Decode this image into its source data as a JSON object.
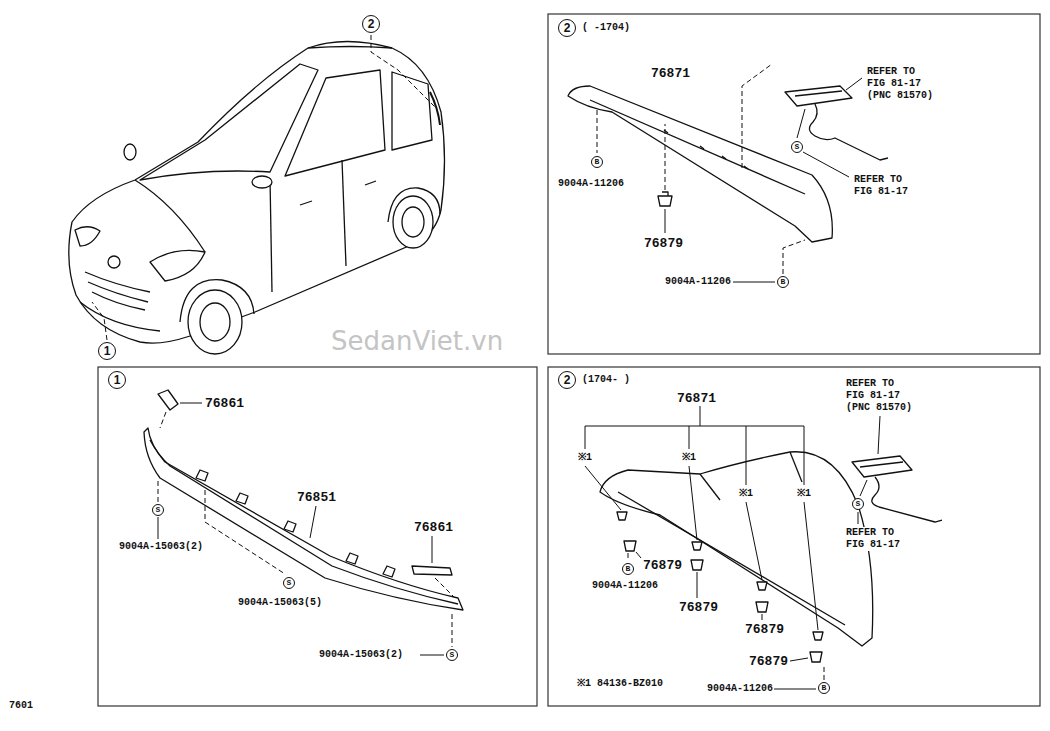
{
  "diagram": {
    "nodes": [
      {
        "text": [
          "2"
        ]
      },
      {
        "text": [
          "1"
        ]
      },
      {
        "text": [
          "2",
          "( -1704)"
        ]
      },
      {
        "text": [
          "2",
          "(1704- )"
        ]
      },
      {
        "text": [
          "1"
        ]
      }
    ],
    "labels": [
      "76871",
      "REFER TO FIG 81-17 (PNC 81570)",
      "B",
      "9004A-11206",
      "S",
      "REFER TO FIG 81-17",
      "76879",
      "9004A-11206",
      "B",
      "SedanViet.vn",
      "76871",
      "※1",
      "※1",
      "※1",
      "※1",
      "REFER TO FIG 81-17 (PNC 81570)",
      "S",
      "REFER TO FIG 81-17",
      "76879",
      "B",
      "9004A-11206",
      "76879",
      "76879",
      "76879",
      "9004A-11206",
      "B",
      "※1 84136-BZ010",
      "76861",
      "76861",
      "76851",
      "S",
      "9004A-15063(2)",
      "S",
      "9004A-15063(5)",
      "S",
      "9004A-15063(2)",
      "7601"
    ]
  }
}
